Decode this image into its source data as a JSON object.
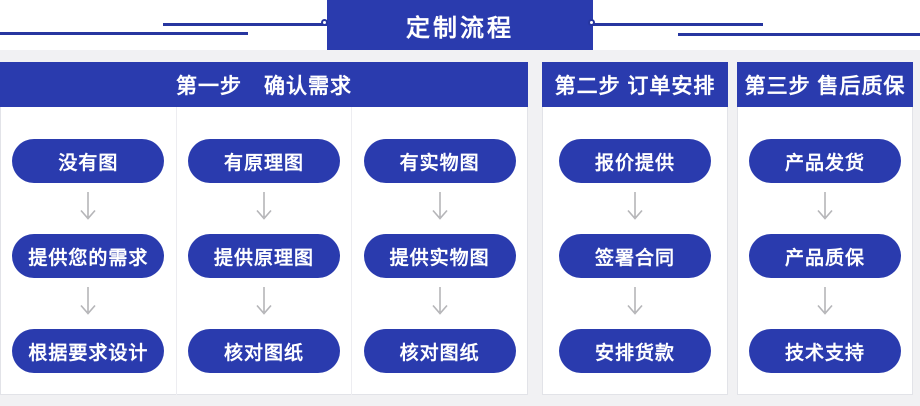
{
  "banner": {
    "title": "定制流程"
  },
  "colors": {
    "accent_blue": "#2a3bae",
    "line_blue": "#2736a0",
    "arrow_gray": "#b5b5b8",
    "page_background": "#f1f1f3"
  },
  "icons": {
    "arrow": "down-arrow-icon",
    "connector": "connector-dot"
  },
  "sections": [
    {
      "header": "第一步　确认需求",
      "columns": [
        {
          "steps": [
            "没有图",
            "提供您的需求",
            "根据要求设计"
          ]
        },
        {
          "steps": [
            "有原理图",
            "提供原理图",
            "核对图纸"
          ]
        },
        {
          "steps": [
            "有实物图",
            "提供实物图",
            "核对图纸"
          ]
        }
      ]
    },
    {
      "header": "第二步 订单安排",
      "columns": [
        {
          "steps": [
            "报价提供",
            "签署合同",
            "安排货款"
          ]
        }
      ]
    },
    {
      "header": "第三步 售后质保",
      "columns": [
        {
          "steps": [
            "产品发货",
            "产品质保",
            "技术支持"
          ]
        }
      ]
    }
  ]
}
